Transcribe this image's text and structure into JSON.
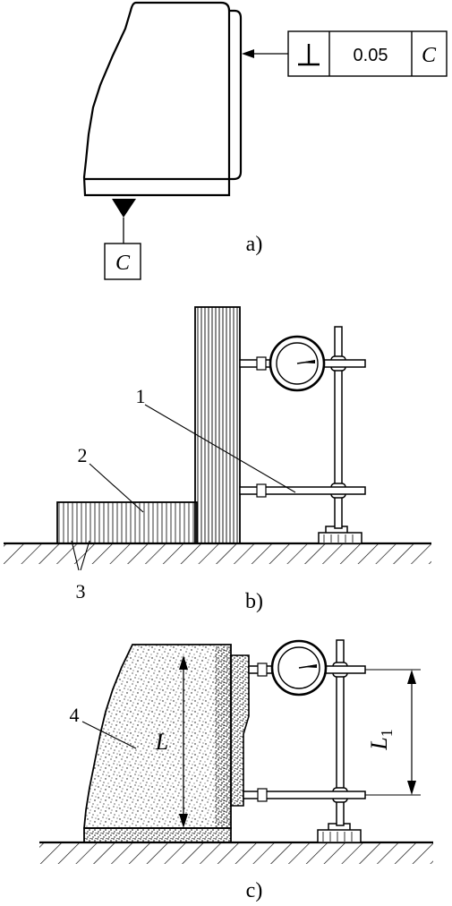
{
  "panel_a": {
    "caption": "a)",
    "tolerance_frame": {
      "symbol": "⊥",
      "value": "0.05",
      "datum": "C"
    },
    "datum_box": "C"
  },
  "panel_b": {
    "caption": "b)",
    "labels": {
      "one": "1",
      "two": "2",
      "three": "3"
    }
  },
  "panel_c": {
    "caption": "c)",
    "labels": {
      "four": "4",
      "length_L": "L",
      "length_L1_main": "L",
      "length_L1_sub": "1"
    }
  }
}
